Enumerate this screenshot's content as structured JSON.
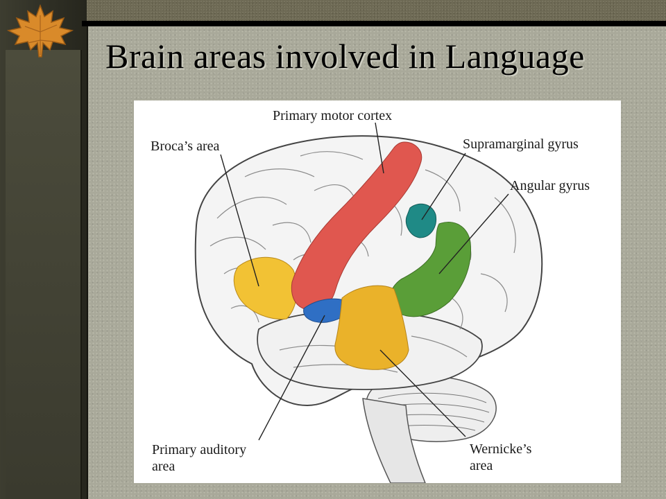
{
  "slide": {
    "title": "Brain areas involved in Language"
  },
  "figure": {
    "labels": {
      "primary_motor_cortex": "Primary motor cortex",
      "brocas_area": "Broca’s area",
      "supramarginal_gyrus": "Supramarginal gyrus",
      "angular_gyrus": "Angular gyrus",
      "primary_auditory_line1": "Primary auditory",
      "primary_auditory_line2": "area",
      "wernickes_line1": "Wernicke’s",
      "wernickes_line2": "area"
    },
    "region_colors": {
      "primary_motor_cortex": "#e0574f",
      "brocas_area": "#f2c234",
      "supramarginal_gyrus": "#1f8a86",
      "angular_gyrus": "#5a9e38",
      "primary_auditory_area": "#2f6fc4",
      "wernickes_area": "#eab22a"
    }
  }
}
